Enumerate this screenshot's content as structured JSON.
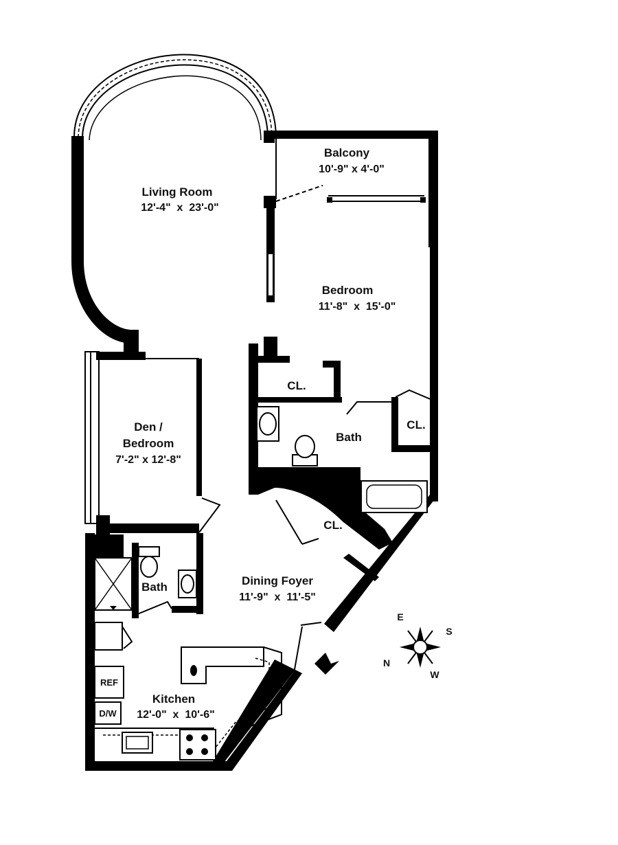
{
  "rooms": {
    "balcony": {
      "name": "Balcony",
      "dims": "10'-9\" x 4'-0\""
    },
    "living_room": {
      "name": "Living Room",
      "dims": "12'-4\"  x  23'-0\""
    },
    "bedroom": {
      "name": "Bedroom",
      "dims": "11'-8\"  x  15'-0\""
    },
    "closet_1": {
      "name": "CL."
    },
    "closet_2": {
      "name": "CL."
    },
    "closet_3": {
      "name": "CL."
    },
    "bath_main": {
      "name": "Bath"
    },
    "den": {
      "name_line1": "Den /",
      "name_line2": "Bedroom",
      "dims": "7'-2\" x 12'-8\""
    },
    "bath_small": {
      "name": "Bath"
    },
    "dining_foyer": {
      "name": "Dining Foyer",
      "dims": "11'-9\"  x  11'-5\""
    },
    "kitchen": {
      "name": "Kitchen",
      "dims": "12'-0\"  x  10'-6\""
    }
  },
  "appliances": {
    "refrigerator": "REF",
    "dishwasher": "D/W"
  },
  "compass": {
    "e": "E",
    "s": "S",
    "n": "N",
    "w": "W"
  }
}
